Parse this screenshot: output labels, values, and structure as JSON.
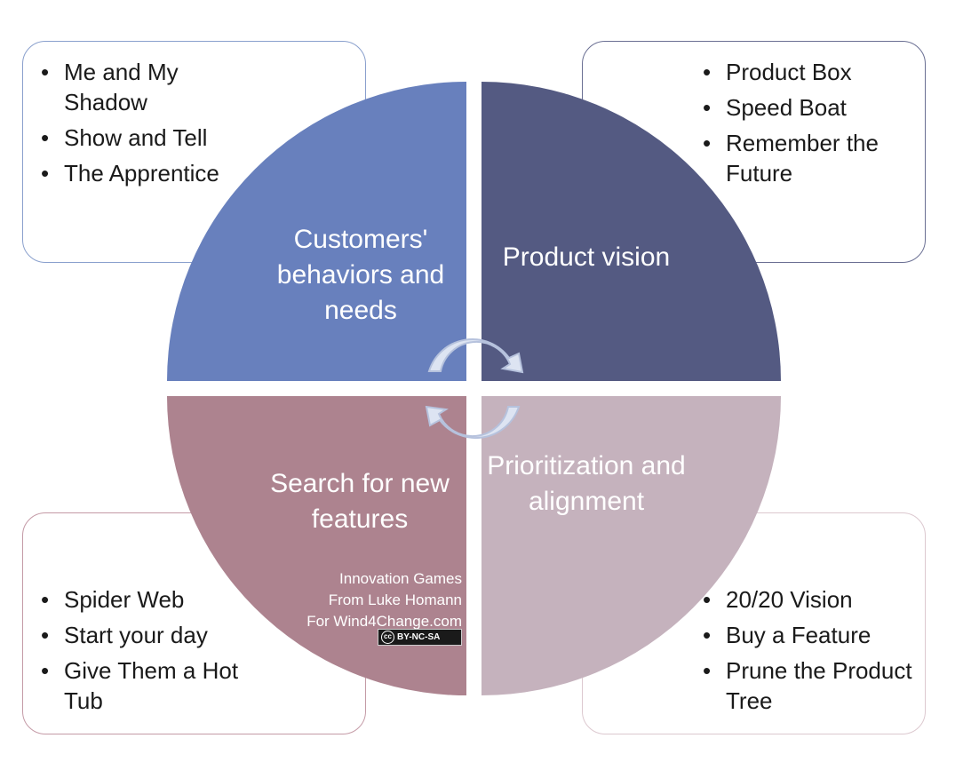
{
  "cards": {
    "top_left": {
      "items": [
        "Me and My Shadow",
        "Show and Tell",
        "The Apprentice"
      ]
    },
    "top_right": {
      "items": [
        "Product Box",
        "Speed Boat",
        "Remember the Future"
      ]
    },
    "bottom_left": {
      "items": [
        "Spider Web",
        "Start your day",
        "Give Them a Hot Tub"
      ]
    },
    "bottom_right": {
      "items": [
        "20/20 Vision",
        "Buy a Feature",
        "Prune the Product Tree"
      ]
    }
  },
  "quadrants": {
    "top_left": {
      "label": "Customers' behaviors and needs",
      "color": "#6880bd"
    },
    "top_right": {
      "label": "Product vision",
      "color": "#545a82"
    },
    "bottom_left": {
      "label": "Search for new features",
      "color": "#ad838f"
    },
    "bottom_right": {
      "label": "Prioritization and alignment",
      "color": "#c5b2bd"
    }
  },
  "credit": {
    "line1": "Innovation Games",
    "line2": "From Luke Homann",
    "line3": "For Wind4Change.com",
    "license": "BY-NC-SA",
    "license_icon": "cc"
  },
  "bullet_glyph": "•"
}
